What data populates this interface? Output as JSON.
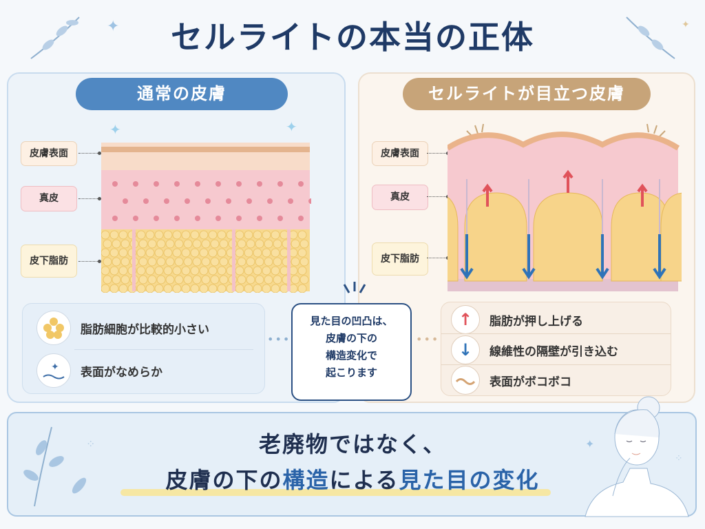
{
  "title": "セルライトの本当の正体",
  "normal": {
    "header": "通常の皮膚",
    "labels": {
      "surface": "皮膚表面",
      "dermis": "真皮",
      "fat": "皮下脂肪"
    },
    "points": [
      {
        "icon": "fat-cells-icon",
        "text": "脂肪細胞が比較的小さい"
      },
      {
        "icon": "smooth-sparkle-icon",
        "text": "表面がなめらか"
      }
    ]
  },
  "cellulite": {
    "header": "セルライトが目立つ皮膚",
    "labels": {
      "surface": "皮膚表面",
      "dermis": "真皮",
      "fat": "皮下脂肪"
    },
    "points": [
      {
        "icon": "arrow-up-icon",
        "text": "脂肪が押し上げる"
      },
      {
        "icon": "arrow-down-icon",
        "text": "線維性の隔壁が引き込む"
      },
      {
        "icon": "wave-icon",
        "text": "表面がボコボコ"
      }
    ]
  },
  "center_note": [
    "見た目の凹凸は、",
    "皮膚の下の",
    "構造変化で",
    "起こります"
  ],
  "banner": {
    "line1": "老廃物ではなく、",
    "line2_parts": [
      "皮膚の下の",
      "構造",
      "による",
      "見た目の変化"
    ]
  },
  "colors": {
    "title": "#1f3a66",
    "normal_accent": "#5088c2",
    "cellulite_accent": "#c7a479",
    "up_arrow": "#e0525a",
    "down_arrow": "#2f73b8"
  }
}
